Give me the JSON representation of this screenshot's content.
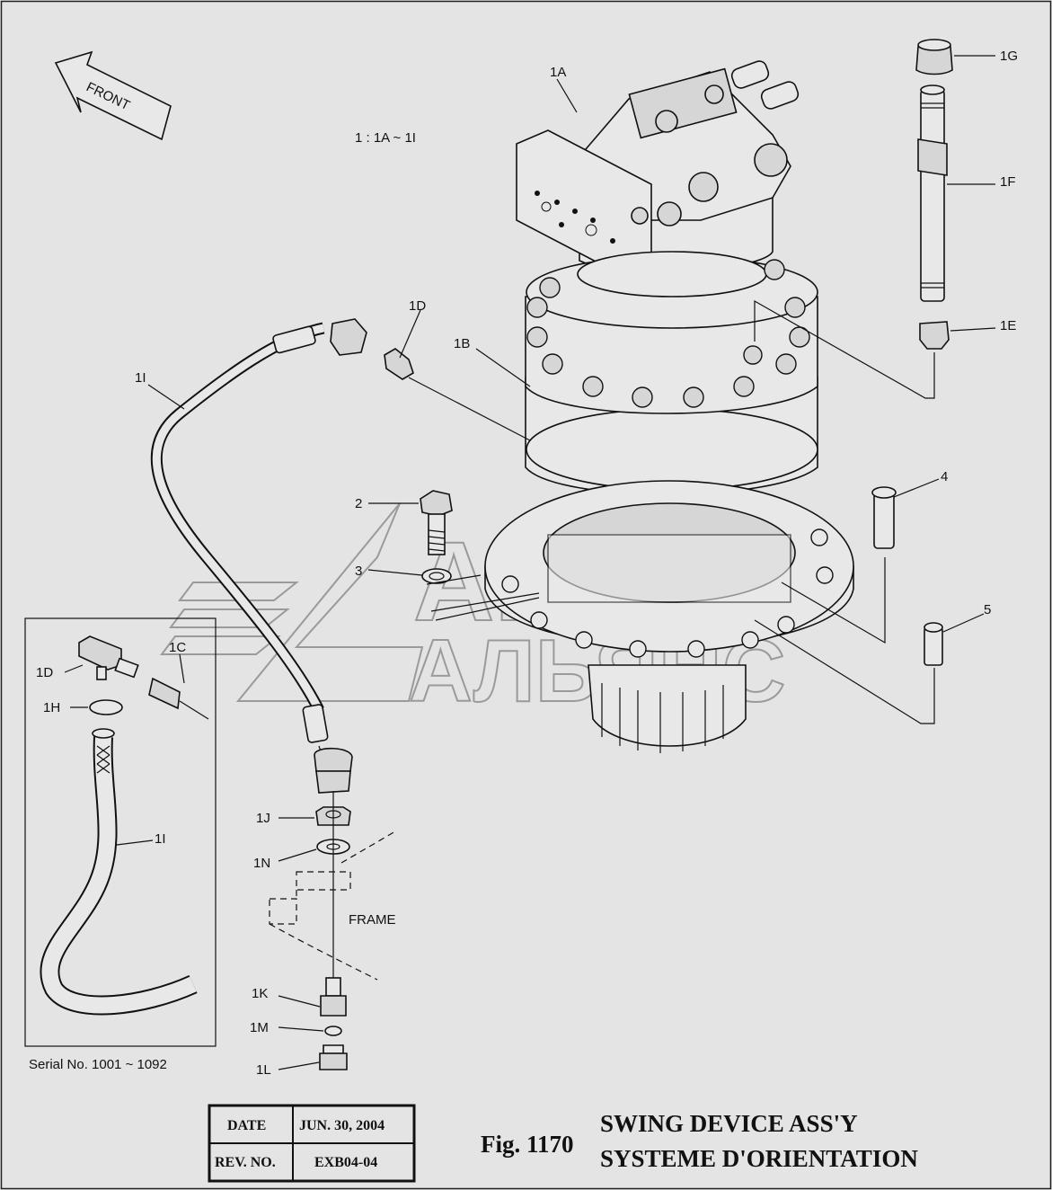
{
  "front_label": "FRONT",
  "assembly_note": "1 : 1A ~ 1I",
  "frame_label": "FRAME",
  "serial_note": "Serial No. 1001 ~ 1092",
  "callouts": {
    "c1A": "1A",
    "c1B": "1B",
    "c1C": "1C",
    "c1D": "1D",
    "c1D_inset": "1D",
    "c1E": "1E",
    "c1F": "1F",
    "c1G": "1G",
    "c1H": "1H",
    "c1I": "1I",
    "c1I_inset": "1I",
    "c1J": "1J",
    "c1K": "1K",
    "c1L": "1L",
    "c1M": "1M",
    "c1N": "1N",
    "c2": "2",
    "c3": "3",
    "c4": "4",
    "c5": "5"
  },
  "watermark": {
    "line1": "АВТО",
    "line2": "АЛЬЯНС"
  },
  "title_block": {
    "date_label": "DATE",
    "date_value": "JUN. 30, 2004",
    "rev_label": "REV. NO.",
    "rev_value": "EXB04-04"
  },
  "figure": {
    "number": "Fig. 1170",
    "title_en": "SWING DEVICE ASS'Y",
    "title_fr": "SYSTEME D'ORIENTATION"
  }
}
